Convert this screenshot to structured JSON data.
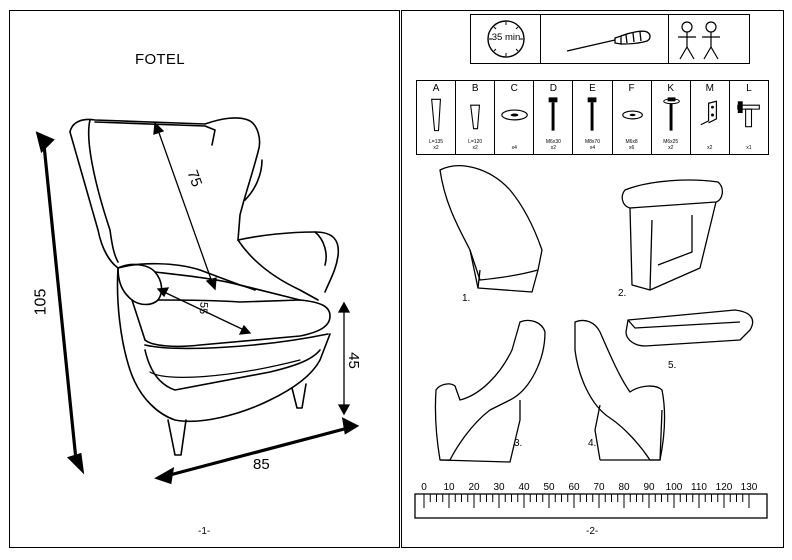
{
  "left_page": {
    "title": "FOTEL",
    "dimensions": {
      "depth_diag": "75",
      "seat_depth": "55",
      "height": "105",
      "seat_height": "45",
      "width": "85"
    },
    "page_number": "-1-"
  },
  "right_page": {
    "time": "35 min",
    "tool_icon": "screwdriver-icon",
    "people_icon": "two-persons-icon",
    "parts": [
      {
        "letter": "A",
        "spec": "L=135\nx2",
        "icon": "long-leg-icon"
      },
      {
        "letter": "B",
        "spec": "L=120\nx2",
        "icon": "short-leg-icon"
      },
      {
        "letter": "C",
        "spec": "x4",
        "icon": "washer-icon"
      },
      {
        "letter": "D",
        "spec": "M6x30\nx2",
        "icon": "bolt-icon"
      },
      {
        "letter": "E",
        "spec": "M8x70\nx4",
        "icon": "bolt-icon"
      },
      {
        "letter": "F",
        "spec": "M6x8\nx6",
        "icon": "washer-icon"
      },
      {
        "letter": "K",
        "spec": "M6x25\nx2",
        "icon": "bolt-with-washer-icon"
      },
      {
        "letter": "M",
        "spec": "x2",
        "icon": "bracket-icon"
      },
      {
        "letter": "L",
        "spec": "x1",
        "icon": "allen-key-icon"
      }
    ],
    "steps": [
      "1.",
      "2.",
      "3.",
      "4.",
      "5."
    ],
    "ruler_numbers": [
      "0",
      "10",
      "20",
      "30",
      "40",
      "50",
      "60",
      "70",
      "80",
      "90",
      "100",
      "110",
      "120",
      "130"
    ],
    "page_number": "-2-"
  }
}
